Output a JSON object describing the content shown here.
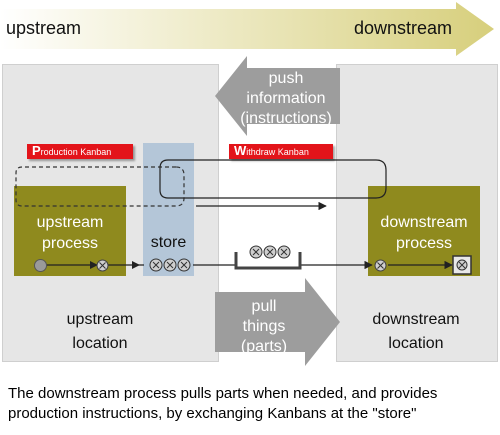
{
  "banner": {
    "left_label": "upstream",
    "right_label": "downstream"
  },
  "push_arrow": {
    "lines": [
      "push",
      "information",
      "(instructions)"
    ]
  },
  "pull_arrow": {
    "lines": [
      "pull",
      "things",
      "(parts)"
    ]
  },
  "production_kanban": {
    "initial": "P",
    "rest": "roduction Kanban"
  },
  "withdraw_kanban": {
    "initial": "W",
    "rest": "ithdraw Kanban"
  },
  "upstream_process": {
    "lines": [
      "upstream",
      "process"
    ]
  },
  "downstream_process": {
    "lines": [
      "downstream",
      "process"
    ]
  },
  "store": {
    "label": "store"
  },
  "upstream_location": {
    "lines": [
      "upstream",
      "location"
    ]
  },
  "downstream_location": {
    "lines": [
      "downstream",
      "location"
    ]
  },
  "caption": {
    "line1": "The downstream process pulls parts when needed, and provides",
    "line2": "production instructions, by exchanging Kanbans at the \"store\""
  },
  "colors": {
    "banner_gradient_start": "#ffffff",
    "banner_gradient_end": "#d7cf7c",
    "process": "#8f8a1e",
    "store": "#b4c6d8",
    "arrow_gray": "#9d9d9d",
    "kanban_red": "#e3141a"
  }
}
